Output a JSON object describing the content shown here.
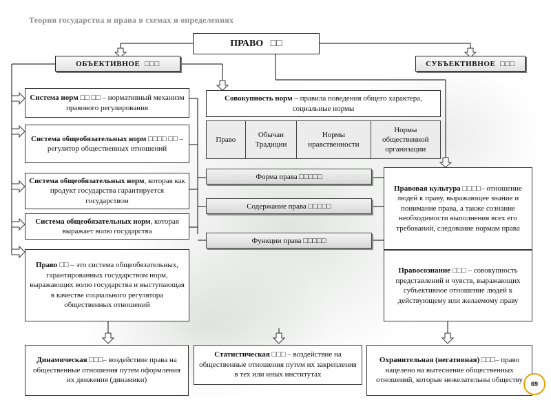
{
  "title": "Теория государства и права в схемах и определениях",
  "heads": {
    "pravo": "ПРАВО",
    "objective": "ОБЪЕКТИВНОЕ",
    "subjective": "СУБЪЕКТИВНОЕ",
    "suffix_main": "□□",
    "suffix_sub": "□□□"
  },
  "left_boxes": {
    "b1_bold": "Система норм □□ □□",
    "b1_rest": "– нормативный механизм правового регулирования",
    "b2_bold": "Система общеобязательных норм □□□□ □□",
    "b2_rest": "– регулятор общественных отношений",
    "b3_bold": "Система общеобязательных норм",
    "b3_rest": ", которая как продукт государства гарантируется государством",
    "b4_bold": "Система общеобязательных норм",
    "b4_rest": ", которая выражает волю государства",
    "b5_bold": "Право □□",
    "b5_rest": "– это система общеобязательных, гарантированных государством норм, выражающих волю государства и выступающая в качестве социального регулятора общественных отношений"
  },
  "center": {
    "sovokupnost_bold": "Совокупность норм",
    "sovokupnost_rest": "– правила поведения общего характера, социальные нормы",
    "cells": [
      "Право",
      "Обычаи Традиции",
      "Нормы нравственности",
      "Нормы общественной организации"
    ],
    "forma": "Форма права □□□□□",
    "soderzhanie": "Содержание права □□□□□",
    "funktsii": "Функции права □□□□□"
  },
  "right_boxes": {
    "kultura_bold": "Правовая культура □□□□",
    "kultura_rest": "– отношение людей к праву, выражающее знание и понимание права, а также сознание необходимости выполнения всех его требований, следование нормам права",
    "soznanie_bold": "Правосознание □□□",
    "soznanie_rest": "– совокупность представлений и чувств, выражающих субъективное отношение людей к действующему или желаемому праву"
  },
  "bottom_boxes": {
    "dyn_bold": "Динамическая □□□",
    "dyn_rest": "– воздействие права на общественные отношения путем оформления их движения (динамики)",
    "stat_bold": "Статистическая □□□",
    "stat_rest": "– воздействие на общественные отношения путем их закрепления в тех или иных институтах",
    "ohr_bold": "Охранительная (негативная) □□□",
    "ohr_rest": "– право нацелено на вытеснение общественных отношений, которые нежелательны обществу"
  },
  "page_number": "69"
}
